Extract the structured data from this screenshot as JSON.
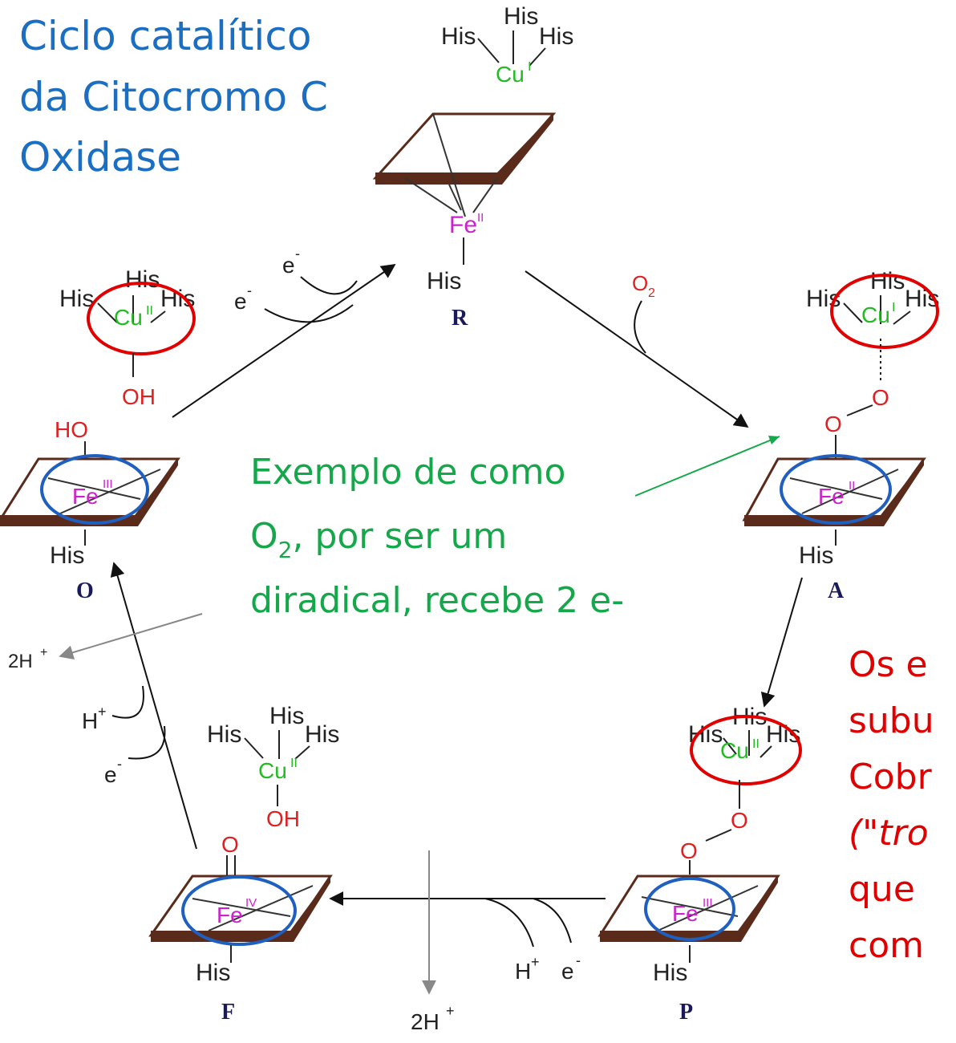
{
  "title": {
    "lines": [
      "Ciclo catalítico",
      "da Citocromo C",
      "Oxidase"
    ],
    "color": "#1a6fc2"
  },
  "note_green": {
    "lines": [
      "Exemplo de como",
      "O",
      "2",
      ", por ser um",
      "diradical, recebe 2 e-"
    ],
    "color": "#15a84a"
  },
  "note_red": {
    "lines": [
      "Os e",
      "subu",
      "Cobr",
      "(\"tro",
      "que",
      "com"
    ],
    "color": "#e00000"
  },
  "states": [
    {
      "label": "R",
      "iron": "Fe",
      "iron_ox": "II",
      "copper_ox": "I"
    },
    {
      "label": "A",
      "iron": "Fe",
      "iron_ox": "II",
      "copper_ox": "I"
    },
    {
      "label": "P",
      "iron": "Fe",
      "iron_ox": "III",
      "copper_ox": "II"
    },
    {
      "label": "F",
      "iron": "Fe",
      "iron_ox": "IV",
      "copper_ox": "II"
    },
    {
      "label": "O",
      "iron": "Fe",
      "iron_ox": "III",
      "copper_ox": "II"
    }
  ],
  "ligands": {
    "his": "His",
    "cu": "Cu",
    "oxygen": "O",
    "oh": "OH",
    "ho": "HO",
    "o2": "O",
    "o2_sub": "2"
  },
  "reagents": {
    "electron": "e",
    "electron_charge": "-",
    "proton": "H",
    "proton_charge": "+",
    "two_protons": "2H",
    "two_protons_charge": "+"
  },
  "colors": {
    "copper": "#22bb22",
    "iron": "#cc22cc",
    "oxygen": "#e02020",
    "ring_red": "#e00000",
    "ring_blue": "#1f5fbf",
    "plane": "#5a2a1a",
    "label": "#1a1a5a"
  }
}
